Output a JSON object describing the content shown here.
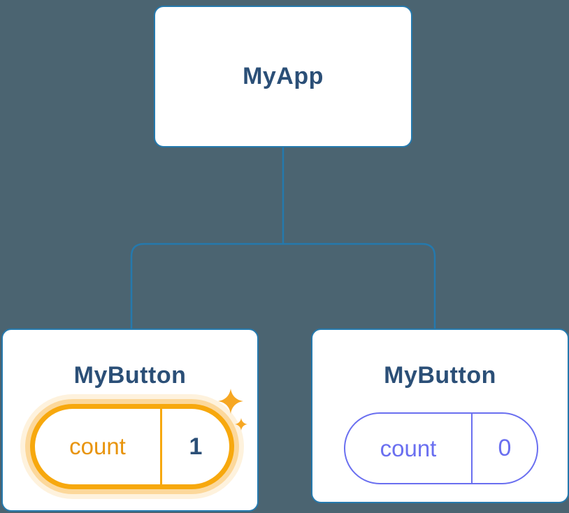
{
  "diagram": {
    "description": "React component tree showing state update",
    "background_color": "#4b6471",
    "line_color": "#2579ad",
    "card_border_color": "#2579ad",
    "label_text_color": "#2b4f77",
    "root": {
      "label": "MyApp"
    },
    "children": [
      {
        "label": "MyButton",
        "state": {
          "name": "count",
          "value": "1"
        },
        "highlighted": true,
        "accent_color": "#f7a80d",
        "icon": "sparkles-icon"
      },
      {
        "label": "MyButton",
        "state": {
          "name": "count",
          "value": "0"
        },
        "highlighted": false,
        "accent_color": "#6a6ff0"
      }
    ]
  }
}
